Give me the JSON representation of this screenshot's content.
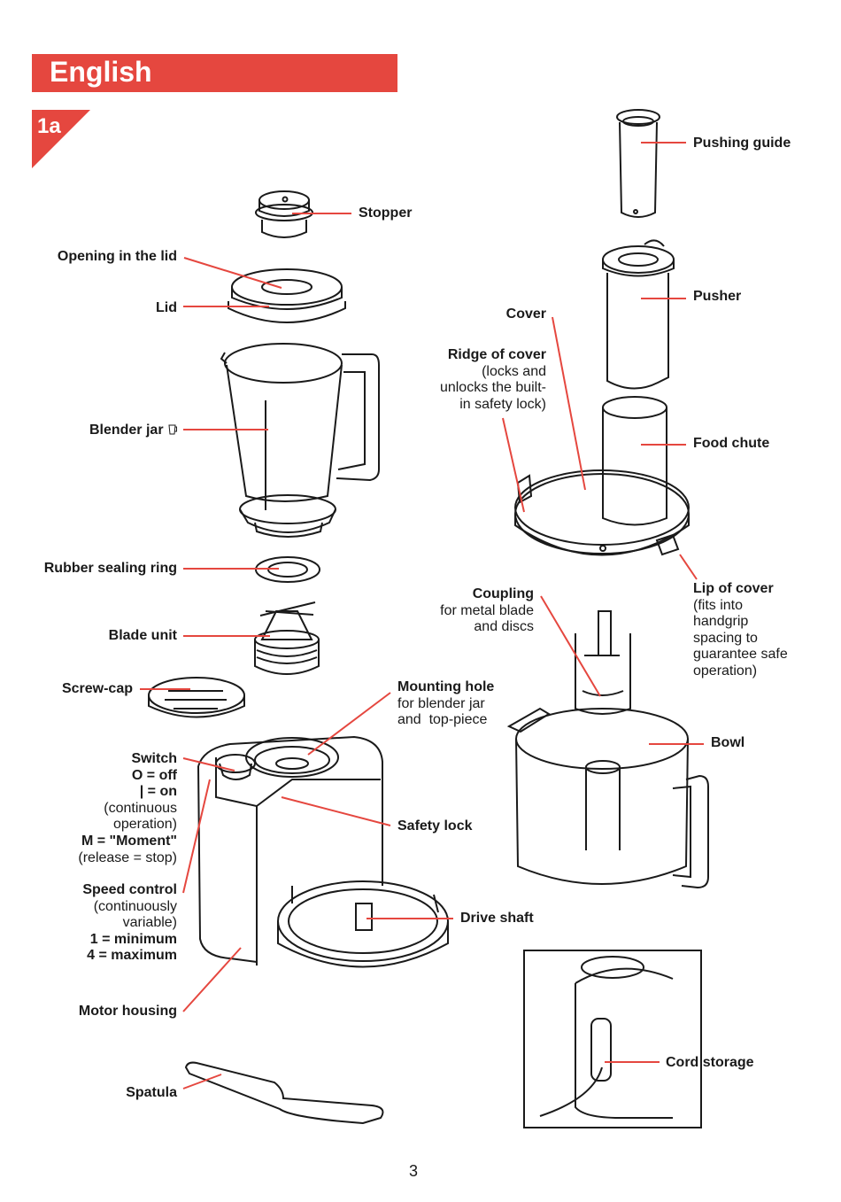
{
  "header": {
    "language": "English",
    "figure": "1a"
  },
  "colors": {
    "accent": "#e5473f",
    "line": "#1a1a1a"
  },
  "labels": {
    "pushing_guide": "Pushing guide",
    "stopper": "Stopper",
    "opening_in_lid": "Opening in the lid",
    "pusher": "Pusher",
    "lid": "Lid",
    "cover": "Cover",
    "ridge_title": "Ridge of cover",
    "ridge_desc": [
      "(locks and",
      "unlocks the built-",
      "in safety lock)"
    ],
    "blender_jar": "Blender jar",
    "food_chute": "Food chute",
    "rubber_ring": "Rubber sealing ring",
    "coupling_title": "Coupling",
    "coupling_desc": [
      "for metal blade",
      "and discs"
    ],
    "lip_title": "Lip of cover",
    "lip_desc": [
      "(fits into",
      "handgrip",
      "spacing to",
      "guarantee safe",
      "operation)"
    ],
    "blade_unit": "Blade unit",
    "screw_cap": "Screw-cap",
    "mounting_title": "Mounting hole",
    "mounting_desc": [
      "for blender jar",
      "and  top-piece"
    ],
    "bowl": "Bowl",
    "switch_lines": [
      "Switch",
      "O = off",
      "| = on"
    ],
    "switch_desc": [
      "(continuous",
      "operation)"
    ],
    "switch_moment": "M = \"Moment\"",
    "switch_release": "(release = stop)",
    "safety_lock": "Safety lock",
    "speed_title": "Speed control",
    "speed_desc": [
      "(continuously",
      "variable)"
    ],
    "speed_min": "1 = minimum",
    "speed_max": "4 = maximum",
    "drive_shaft": "Drive shaft",
    "motor_housing": "Motor housing",
    "cord_storage": "Cord storage",
    "spatula": "Spatula"
  },
  "page_number": "3"
}
